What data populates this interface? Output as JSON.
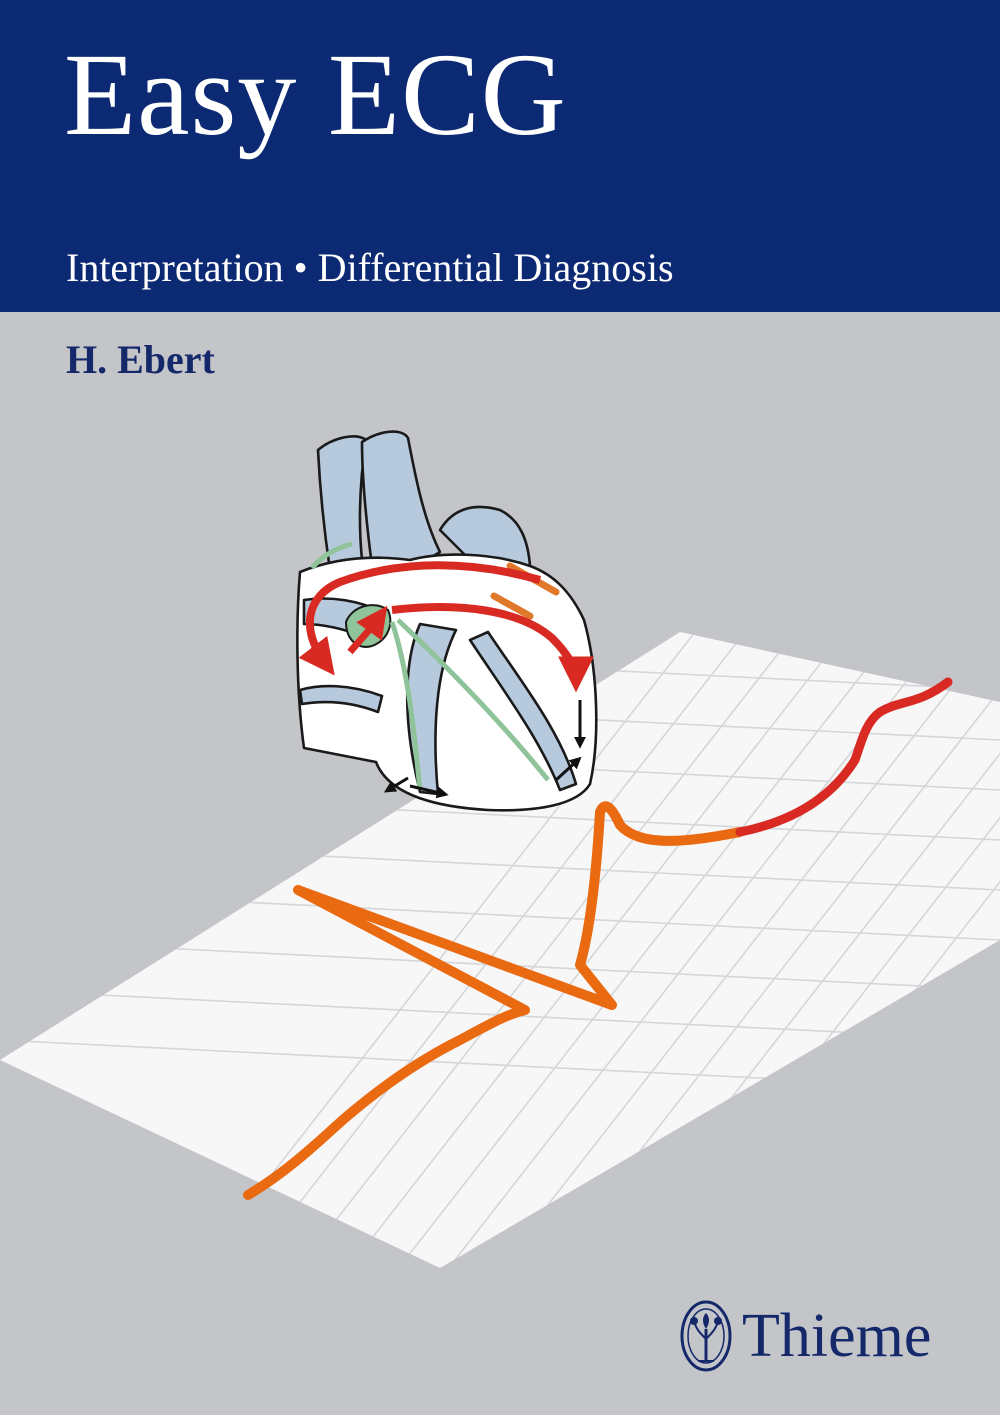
{
  "cover": {
    "title": "Easy ECG",
    "subtitle": "Interpretation • Differential Diagnosis",
    "author": "H. Ebert",
    "publisher": "Thieme"
  },
  "icons": {
    "publisher_logo": "tree-emblem-icon",
    "illustration": "heart-conduction-illustration",
    "ecg_trace": "ecg-waveform-trace"
  },
  "colors": {
    "header_band": "#0c2a73",
    "background": "#c3c5c9",
    "text_on_band": "#ffffff",
    "accent_text": "#14286a",
    "ecg_orange": "#ea6a12",
    "ecg_red": "#d82a22",
    "heart_fill": "#b7c9dd",
    "conduction_green": "#8fc49a"
  }
}
